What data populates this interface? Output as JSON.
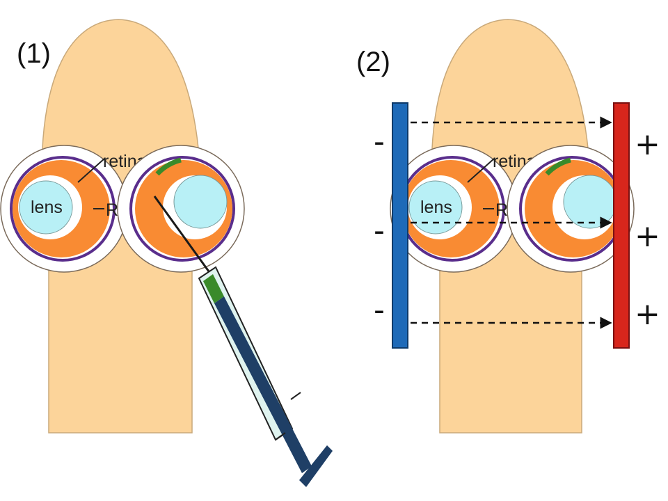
{
  "panel_1": {
    "label": "(1)",
    "retina_label": "retina",
    "rpe_label": "RPE",
    "lens_label": "lens"
  },
  "panel_2": {
    "label": "(2)",
    "retina_label": "retina",
    "rpe_label": "RPE",
    "lens_label": "lens",
    "negative_signs": [
      "-",
      "-",
      "-"
    ],
    "positive_signs": [
      "+",
      "+",
      "+"
    ]
  },
  "colors": {
    "embryo": "#fcd49a",
    "retina": "#f98b33",
    "rpe": "#5a2e8c",
    "lens": "#b8f0f6",
    "injection": "#3a8a2a",
    "syringe": "#1f3f66",
    "syringe_barrel": "#dff3ef",
    "cathode": "#1e6ab8",
    "anode": "#d8261c"
  },
  "icons": {
    "syringe": "syringe-icon",
    "field_arrow": "dashed-arrow-icon"
  }
}
